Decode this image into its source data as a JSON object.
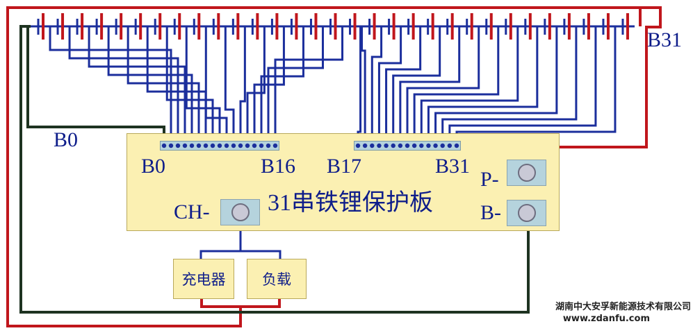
{
  "labels": {
    "b31_top": "B31",
    "b0_left": "B0",
    "conn1_start": "B0",
    "conn1_end": "B16",
    "conn2_start": "B17",
    "conn2_end": "B31",
    "p_minus": "P-",
    "b_minus": "B-",
    "ch_minus": "CH-",
    "board_title": "31串铁锂保护板"
  },
  "devices": {
    "charger": "充电器",
    "load": "负载"
  },
  "footer": {
    "company": "湖南中大安孚新能源技术有限公司",
    "website": "www.zdanfu.com"
  },
  "colors": {
    "blue_wire": "#1b2e9c",
    "red_wire": "#c0161c",
    "black_wire": "#1e3321",
    "board": "#fbf0b2"
  },
  "diagram": {
    "cell_count": 31,
    "connector_pins": 17
  }
}
